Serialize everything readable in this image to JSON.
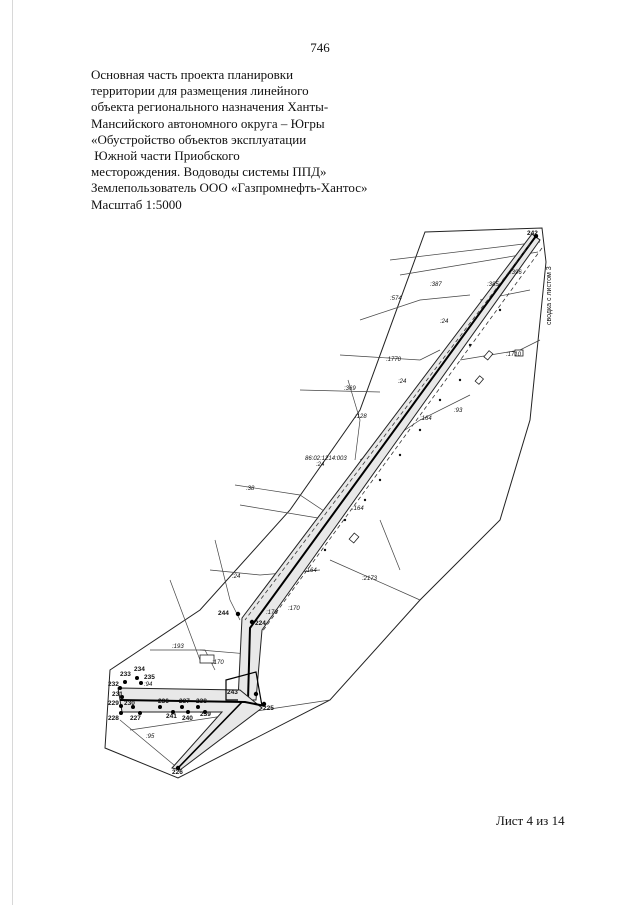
{
  "page_number": "746",
  "title_lines": [
    "Основная часть проекта планировки",
    "территории для размещения линейного",
    "объекта регионального назначения Ханты-",
    "Мансийского автономного округа – Югры",
    "«Обустройство объектов эксплуатации",
    " Южной части Приобского",
    "месторождения. Водоводы системы ППД»",
    "Землепользователь ООО «Газпромнефть-Хантос»",
    "Масштаб 1:5000"
  ],
  "map": {
    "side_label": "сводка с листом 3",
    "parcel_labels": {
      "p574": ":574",
      "p387": ":387",
      "p385": ":385",
      "p24a": ":24",
      "p1770": ":1770",
      "p369": ":369",
      "p24b": ":24",
      "p128": ":128",
      "p164a": ":164",
      "p93a": ":93",
      "p1710": ":1710",
      "cadastral": "86:02:1214:003",
      "p24c": ":24",
      "p38": ":38",
      "p164b": ":164",
      "p24d": ":24",
      "p164c": ":164",
      "p2173": ":2173",
      "p176": ":176",
      "p170": ":170",
      "p193": ":193",
      "p94": ":94",
      "p95": ":95",
      "p396": ":396",
      "p170b": ":170"
    },
    "points": {
      "p242": "242",
      "p244": "244",
      "p224": "224",
      "p243": "243",
      "p225": "225",
      "p226": "226",
      "p233": "233",
      "p234": "234",
      "p235": "235",
      "p232": "232",
      "p231": "231",
      "p229": "229",
      "p230": "230",
      "p228": "228",
      "p227": "227",
      "p236": "236",
      "p237": "237",
      "p238": "238",
      "p241": "241",
      "p240": "240",
      "p239": "239"
    }
  },
  "sheet_label": "Лист 4 из 14"
}
